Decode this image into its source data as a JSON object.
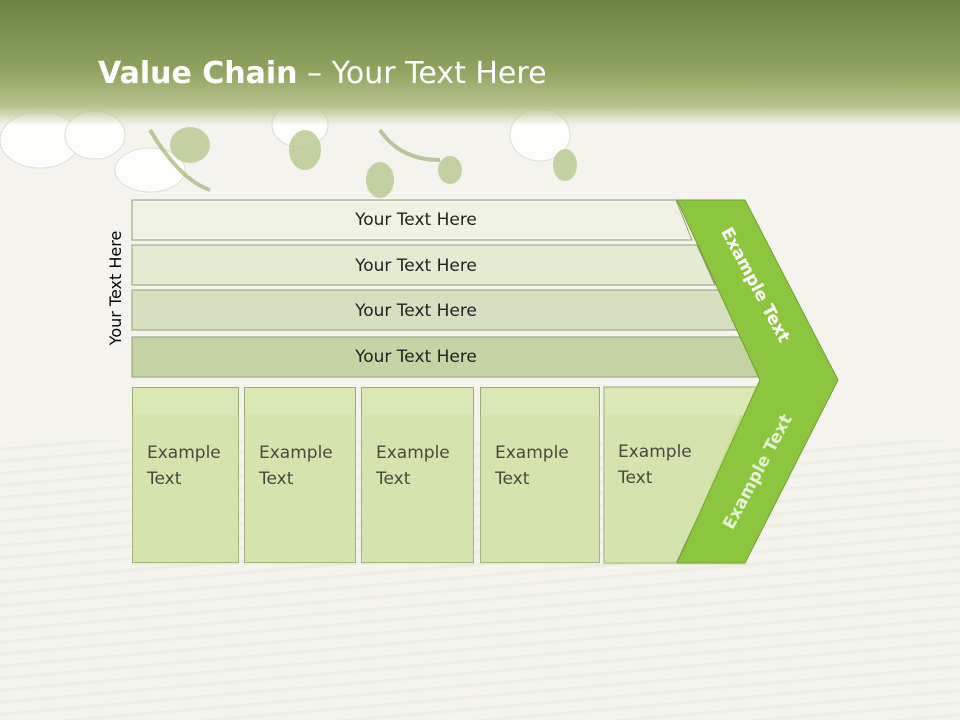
{
  "slide": {
    "title_bold": "Value Chain",
    "title_rest": " – Your Text Here",
    "vertical_label": "Your Text Here"
  },
  "support_rows": [
    {
      "label": "Your Text Here"
    },
    {
      "label": "Your Text Here"
    },
    {
      "label": "Your Text Here"
    },
    {
      "label": "Your Text Here"
    }
  ],
  "primary_columns": [
    {
      "line1": "Example",
      "line2": "Text"
    },
    {
      "line1": "Example",
      "line2": "Text"
    },
    {
      "line1": "Example",
      "line2": "Text"
    },
    {
      "line1": "Example",
      "line2": "Text"
    },
    {
      "line1": "Example",
      "line2": "Text"
    }
  ],
  "margin_arrow": {
    "upper_label": "Example Text",
    "lower_label": "Example Text"
  },
  "colors": {
    "header_dark": "#6e8444",
    "row_fills": [
      "#eff2e4",
      "#e4ebd3",
      "#d6e0c0",
      "#c4d4a4"
    ],
    "column_fill": "#d9e8b4",
    "arrow_fill": "#8cc63f"
  },
  "icons": [
    "orchid-flower-icon",
    "water-reflection-icon"
  ]
}
